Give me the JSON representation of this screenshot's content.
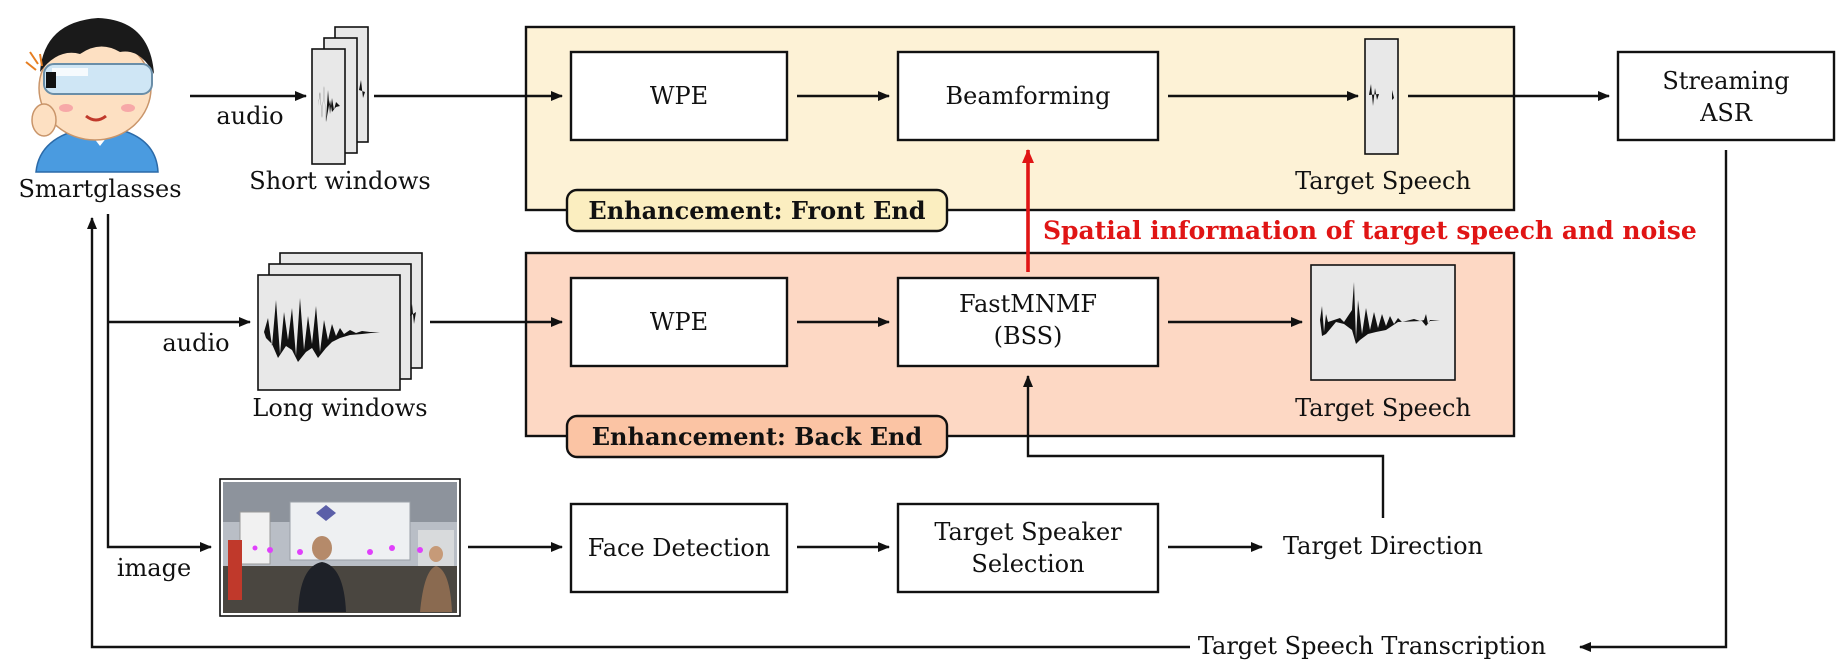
{
  "inputs": {
    "device_label": "Smartglasses",
    "audio_top_label": "audio",
    "audio_mid_label": "audio",
    "image_label": "image",
    "short_windows_label": "Short windows",
    "long_windows_label": "Long windows"
  },
  "front_end": {
    "tag": "Enhancement: Front End",
    "wpe": "WPE",
    "beamforming": "Beamforming",
    "output_label": "Target Speech",
    "fill_color": "#fdf2d6",
    "tag_color": "#fbeec0"
  },
  "back_end": {
    "tag": "Enhancement: Back End",
    "wpe": "WPE",
    "fastmnmf_line1": "FastMNMF",
    "fastmnmf_line2": "(BSS)",
    "output_label": "Target Speech",
    "fill_color": "#fdd8c4",
    "tag_color": "#fbc4a4"
  },
  "spatial_info": {
    "label": "Spatial information of target speech and noise",
    "color": "#e01515"
  },
  "visual_branch": {
    "face_detection": "Face Detection",
    "speaker_sel_line1": "Target Speaker",
    "speaker_sel_line2": "Selection",
    "direction": "Target Direction"
  },
  "asr": {
    "line1": "Streaming",
    "line2": "ASR",
    "transcription": "Target Speech Transcription"
  }
}
